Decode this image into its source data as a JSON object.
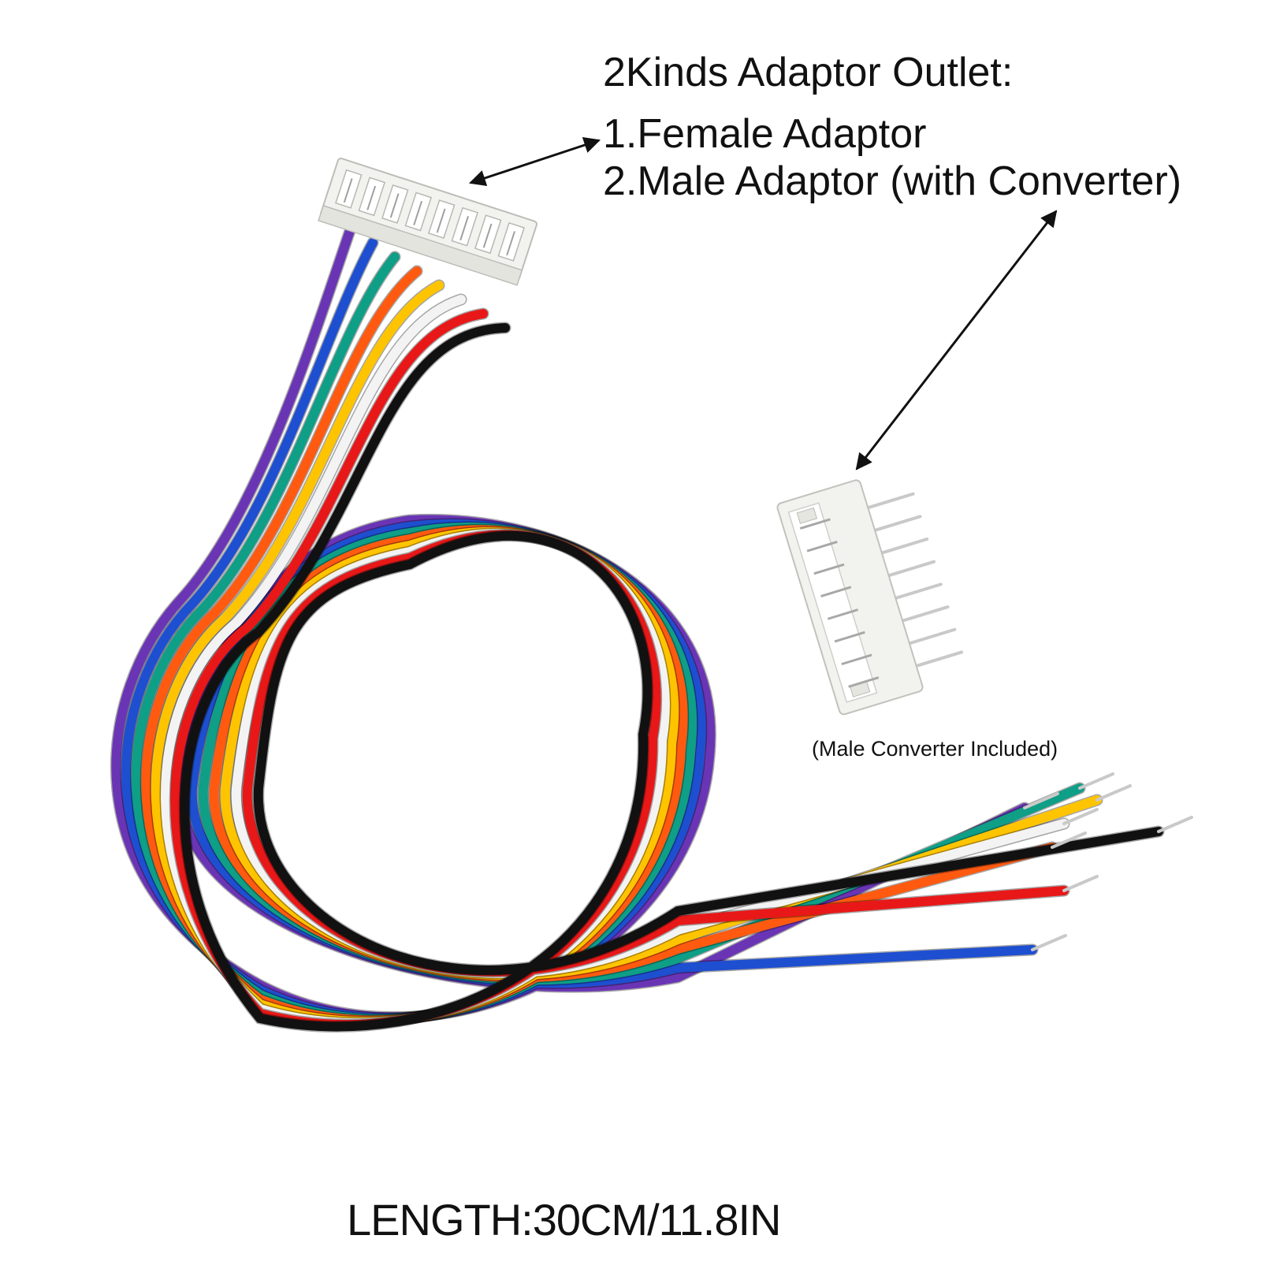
{
  "texts": {
    "heading": "2Kinds Adaptor Outlet:",
    "line1": "1.Female Adaptor",
    "line2": "2.Male Adaptor (with Converter)",
    "caption": "(Male Converter Included)",
    "length": "LENGTH:30CM/11.8IN"
  },
  "wire_colors": [
    "#6a35b5",
    "#1e4fd0",
    "#0f9e86",
    "#ff5a10",
    "#ffc400",
    "#f3f3f3",
    "#e81818",
    "#111111"
  ],
  "connector_color": "#f2f2ef",
  "pin_color": "#c9c9c9"
}
